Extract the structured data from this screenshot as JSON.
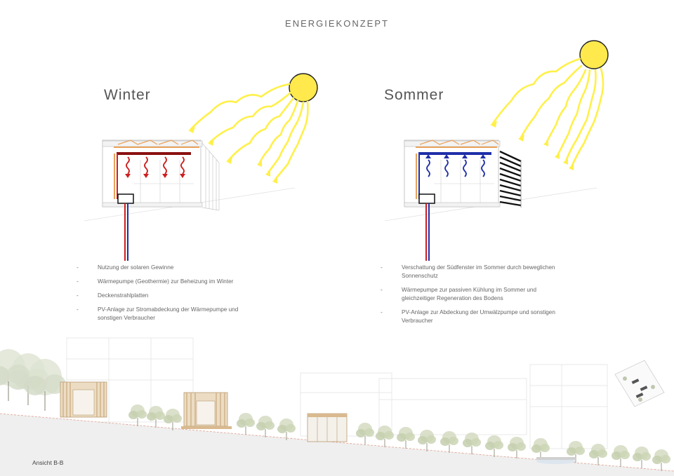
{
  "title": "ENERGIEKONZEPT",
  "winter": {
    "heading": "Winter",
    "bullets": [
      "Nutzung der solaren Gewinne",
      "Wärmepumpe (Geothermie) zur Beheizung im Winter",
      "Deckenstrahlplatten",
      "PV-Anlage zur Stromabdeckung der Wärmepumpe und sonstigen Verbraucher"
    ]
  },
  "summer": {
    "heading": "Sommer",
    "bullets": [
      "Verschattung der Südfenster im Sommer durch beweglichen Sonnenschutz",
      "Wärmepumpe zur passiven Kühlung im Sommer und gleichzeitiger Regeneration des Bodens",
      "PV-Anlage zur Abdeckung der Umwälzpumpe und sonstigen Verbraucher"
    ]
  },
  "caption": "Ansicht B-B",
  "colors": {
    "sun": "#ffe94d",
    "sun_outline": "#222222",
    "rays": "#fff04a",
    "heat": "#cc1f1f",
    "heat_dark": "#8a1010",
    "cool": "#1f2fa8",
    "pipe_orange": "#e8a25a",
    "wood": "#d9b98f",
    "tree": "#c9d2b4",
    "ground": "#efefef"
  },
  "icons": [
    "sun-icon",
    "heat-wave-icon",
    "cool-wave-icon",
    "heat-pump-icon",
    "tree-icon"
  ]
}
